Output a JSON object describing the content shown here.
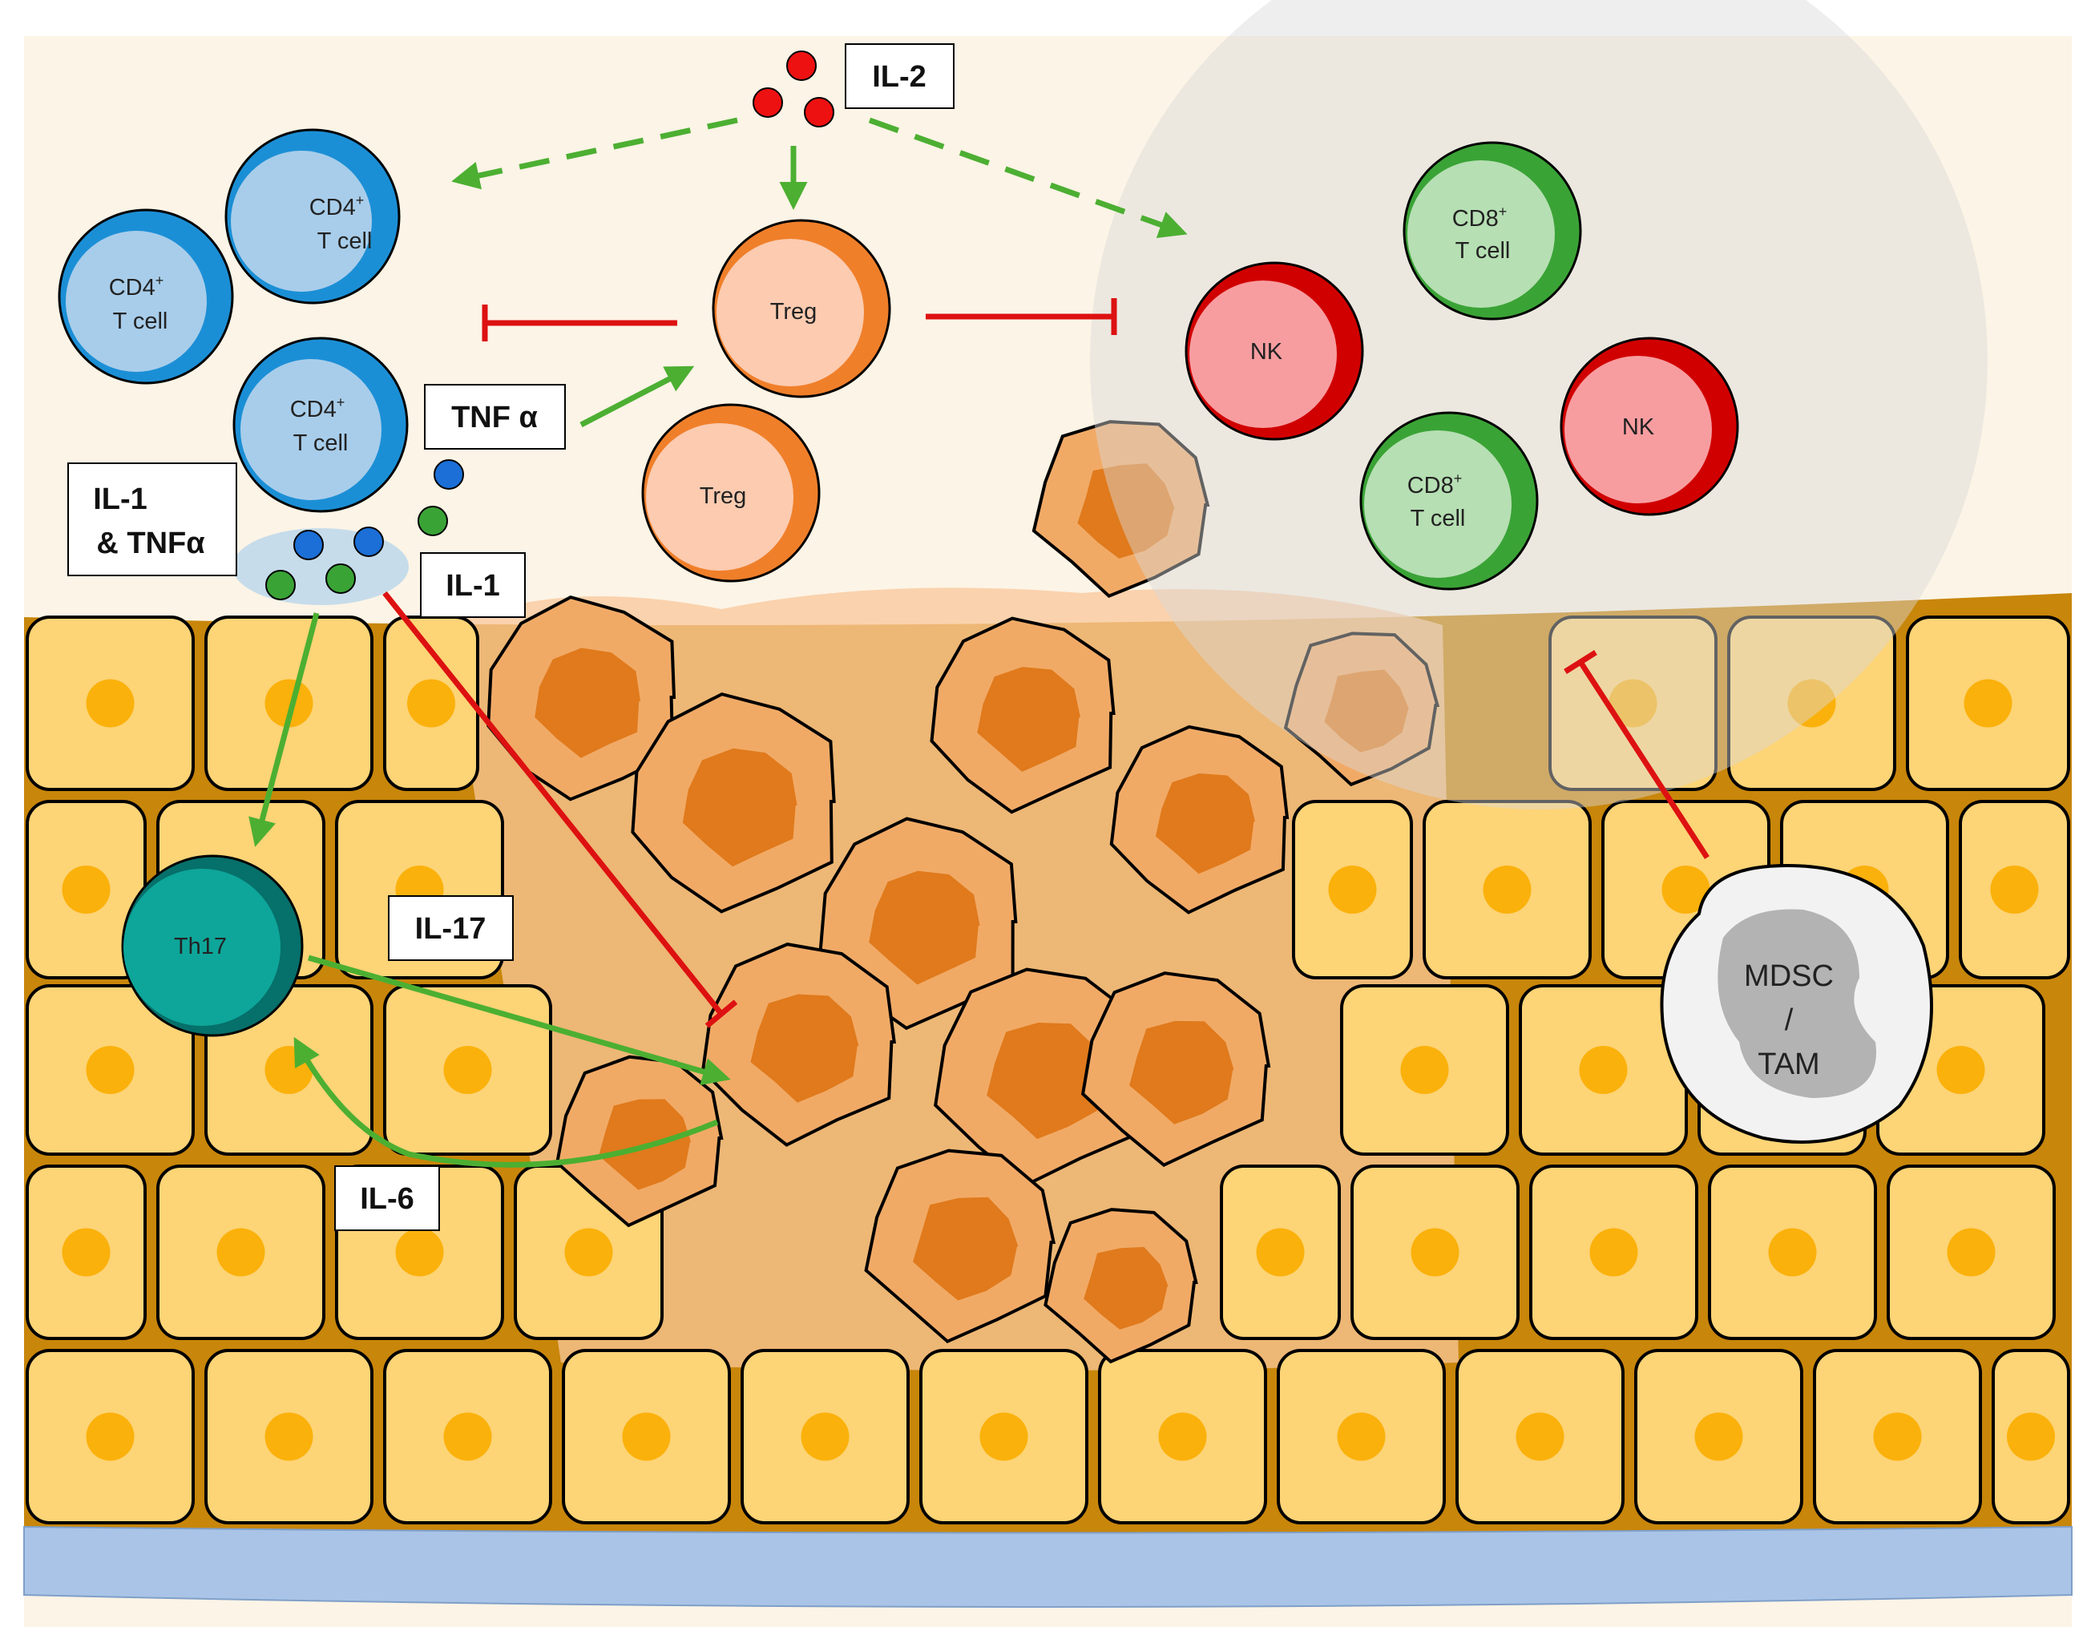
{
  "labels": {
    "il2": "IL-2",
    "tnf_alpha": "TNF α",
    "il1_tnfa_line1": "IL-1",
    "il1_tnfa_line2": "& TNFα",
    "il1": "IL-1",
    "il17": "IL-17",
    "il6": "IL-6"
  },
  "cells": {
    "cd4_line1": "CD4",
    "cd4_sup": "+",
    "cd8_line1": "CD8",
    "cd8_sup": "+",
    "tcell": "T cell",
    "treg": "Treg",
    "nk": "NK",
    "th17": "Th17",
    "mdsc_line1": "MDSC",
    "mdsc_line2": "/",
    "mdsc_line3": "TAM"
  },
  "colors": {
    "background": "#fcf4e6",
    "epithelium": "#fdd476",
    "nucleus": "#fbb10b",
    "stroma": "#c8860a",
    "basement": "#a9c4e6",
    "tumor_cell": "#f1aa66",
    "tumor_nucleus": "#e07a1c",
    "cd4": "#1b8fd6",
    "cd4_fill": "#a8cdea",
    "treg": "#f07f2a",
    "treg_fill": "#fccbb0",
    "nk": "#d10000",
    "nk_fill": "#f79da0",
    "cd8": "#3aa336",
    "cd8_fill": "#b6dfb3",
    "th17": "#0a8c82",
    "activation": "#4caf32",
    "inhibition": "#dd1111",
    "il2_dot": "#ee1111"
  }
}
